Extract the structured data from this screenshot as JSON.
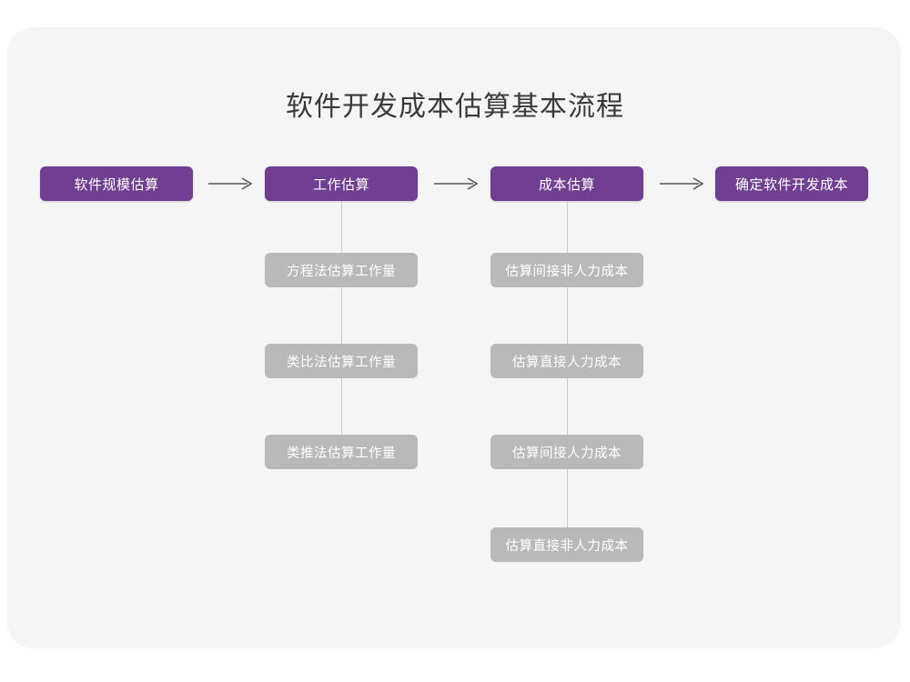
{
  "page": {
    "title": "软件开发成本估算基本流程",
    "background_color": "#ffffff",
    "card_color": "#f5f5f5"
  },
  "colors": {
    "primary_node": "#713f91",
    "secondary_node": "#b9b9b9",
    "connector_line": "#c9c9c9",
    "arrow": "#555555",
    "title_text": "#3a3a3a",
    "node_text": "#ffffff"
  },
  "diagram": {
    "type": "flowchart",
    "orientation": "horizontal-with-vertical-branches",
    "main_flow": [
      {
        "id": "step-1",
        "label": "软件规模估算",
        "style": "primary"
      },
      {
        "id": "step-2",
        "label": "工作估算",
        "style": "primary"
      },
      {
        "id": "step-3",
        "label": "成本估算",
        "style": "primary"
      },
      {
        "id": "step-4",
        "label": "确定软件开发成本",
        "style": "primary"
      }
    ],
    "arrows": [
      {
        "id": "arrow-1",
        "from": "step-1",
        "to": "step-2",
        "glyph": "arrow-right-icon"
      },
      {
        "id": "arrow-2",
        "from": "step-2",
        "to": "step-3",
        "glyph": "arrow-right-icon"
      },
      {
        "id": "arrow-3",
        "from": "step-3",
        "to": "step-4",
        "glyph": "arrow-right-icon"
      }
    ],
    "branches": [
      {
        "parent": "step-2",
        "parent_label": "工作估算",
        "children": [
          {
            "id": "step-2-sub-1",
            "label": "方程法估算工作量",
            "style": "secondary"
          },
          {
            "id": "step-2-sub-2",
            "label": "类比法估算工作量",
            "style": "secondary"
          },
          {
            "id": "step-2-sub-3",
            "label": "类推法估算工作量",
            "style": "secondary"
          }
        ]
      },
      {
        "parent": "step-3",
        "parent_label": "成本估算",
        "children": [
          {
            "id": "step-3-sub-1",
            "label": "估算间接非人力成本",
            "style": "secondary"
          },
          {
            "id": "step-3-sub-2",
            "label": "估算直接人力成本",
            "style": "secondary"
          },
          {
            "id": "step-3-sub-3",
            "label": "估算间接人力成本",
            "style": "secondary"
          },
          {
            "id": "step-3-sub-4",
            "label": "估算直接非人力成本",
            "style": "secondary"
          }
        ]
      }
    ]
  }
}
